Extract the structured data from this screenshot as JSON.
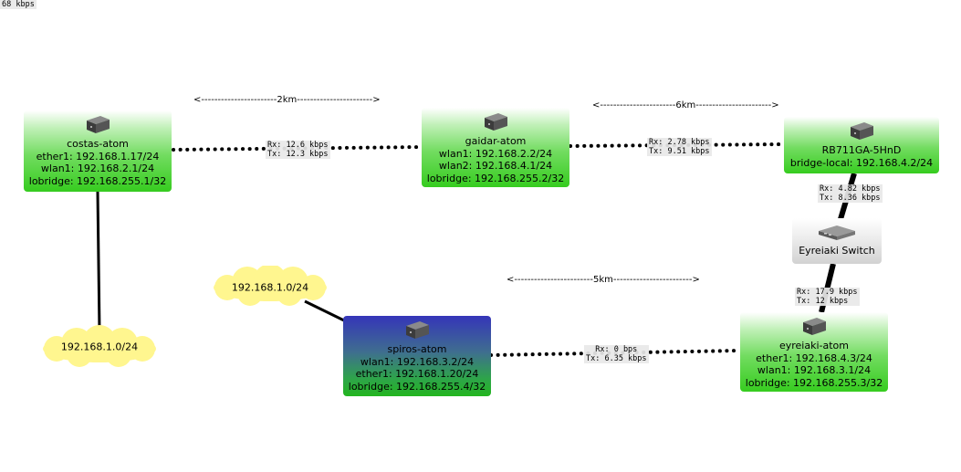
{
  "colors": {
    "node_green": "#36cc1f",
    "node_blue": "#3535b9",
    "cloud": "#fff68f",
    "link": "#000000"
  },
  "corner_rate": "68 kbps",
  "distances": {
    "costas_gaidar": "<-----------------------2km----------------------->",
    "gaidar_rb": "<-----------------------6km----------------------->",
    "spiros_eyreiaki": "<------------------------5km------------------------>"
  },
  "nodes": {
    "costas": {
      "icon": "router-icon",
      "name": "costas-atom",
      "lines": [
        "ether1: 192.168.1.17/24",
        "wlan1: 192.168.2.1/24",
        "lobridge: 192.168.255.1/32"
      ]
    },
    "gaidar": {
      "icon": "router-icon",
      "name": "gaidar-atom",
      "lines": [
        "wlan1: 192.168.2.2/24",
        "wlan2: 192.168.4.1/24",
        "lobridge: 192.168.255.2/32"
      ]
    },
    "rb": {
      "icon": "router-icon",
      "name": "RB711GA-5HnD",
      "lines": [
        "bridge-local: 192.168.4.2/24"
      ]
    },
    "spiros": {
      "icon": "router-icon",
      "name": "spiros-atom",
      "lines": [
        "wlan1: 192.168.3.2/24",
        "ether1: 192.168.1.20/24",
        "lobridge: 192.168.255.4/32"
      ]
    },
    "eyreiaki": {
      "icon": "router-icon",
      "name": "eyreiaki-atom",
      "lines": [
        "ether1: 192.168.4.3/24",
        "wlan1: 192.168.3.1/24",
        "lobridge: 192.168.255.3/32"
      ]
    }
  },
  "switch": {
    "icon": "network-switch-icon",
    "name": "Eyreiaki Switch"
  },
  "clouds": {
    "costas_lan": "192.168.1.0/24",
    "spiros_lan": "192.168.1.0/24"
  },
  "rates": {
    "costas_gaidar": {
      "rx": "Rx: 12.6 kbps",
      "tx": "Tx: 12.3 kbps"
    },
    "gaidar_rb": {
      "rx": "Rx: 2.78 kbps",
      "tx": "Tx: 9.51 kbps"
    },
    "rb_switch": {
      "rx": "Rx: 4.82 kbps",
      "tx": "Tx: 8.36 kbps"
    },
    "switch_eyreiaki": {
      "rx": "Rx: 17.9 kbps",
      "tx": "Tx: 12 kbps"
    },
    "spiros_eyreiaki": {
      "rx": "Rx: 0 bps",
      "tx": "Tx: 6.35 kbps"
    }
  }
}
